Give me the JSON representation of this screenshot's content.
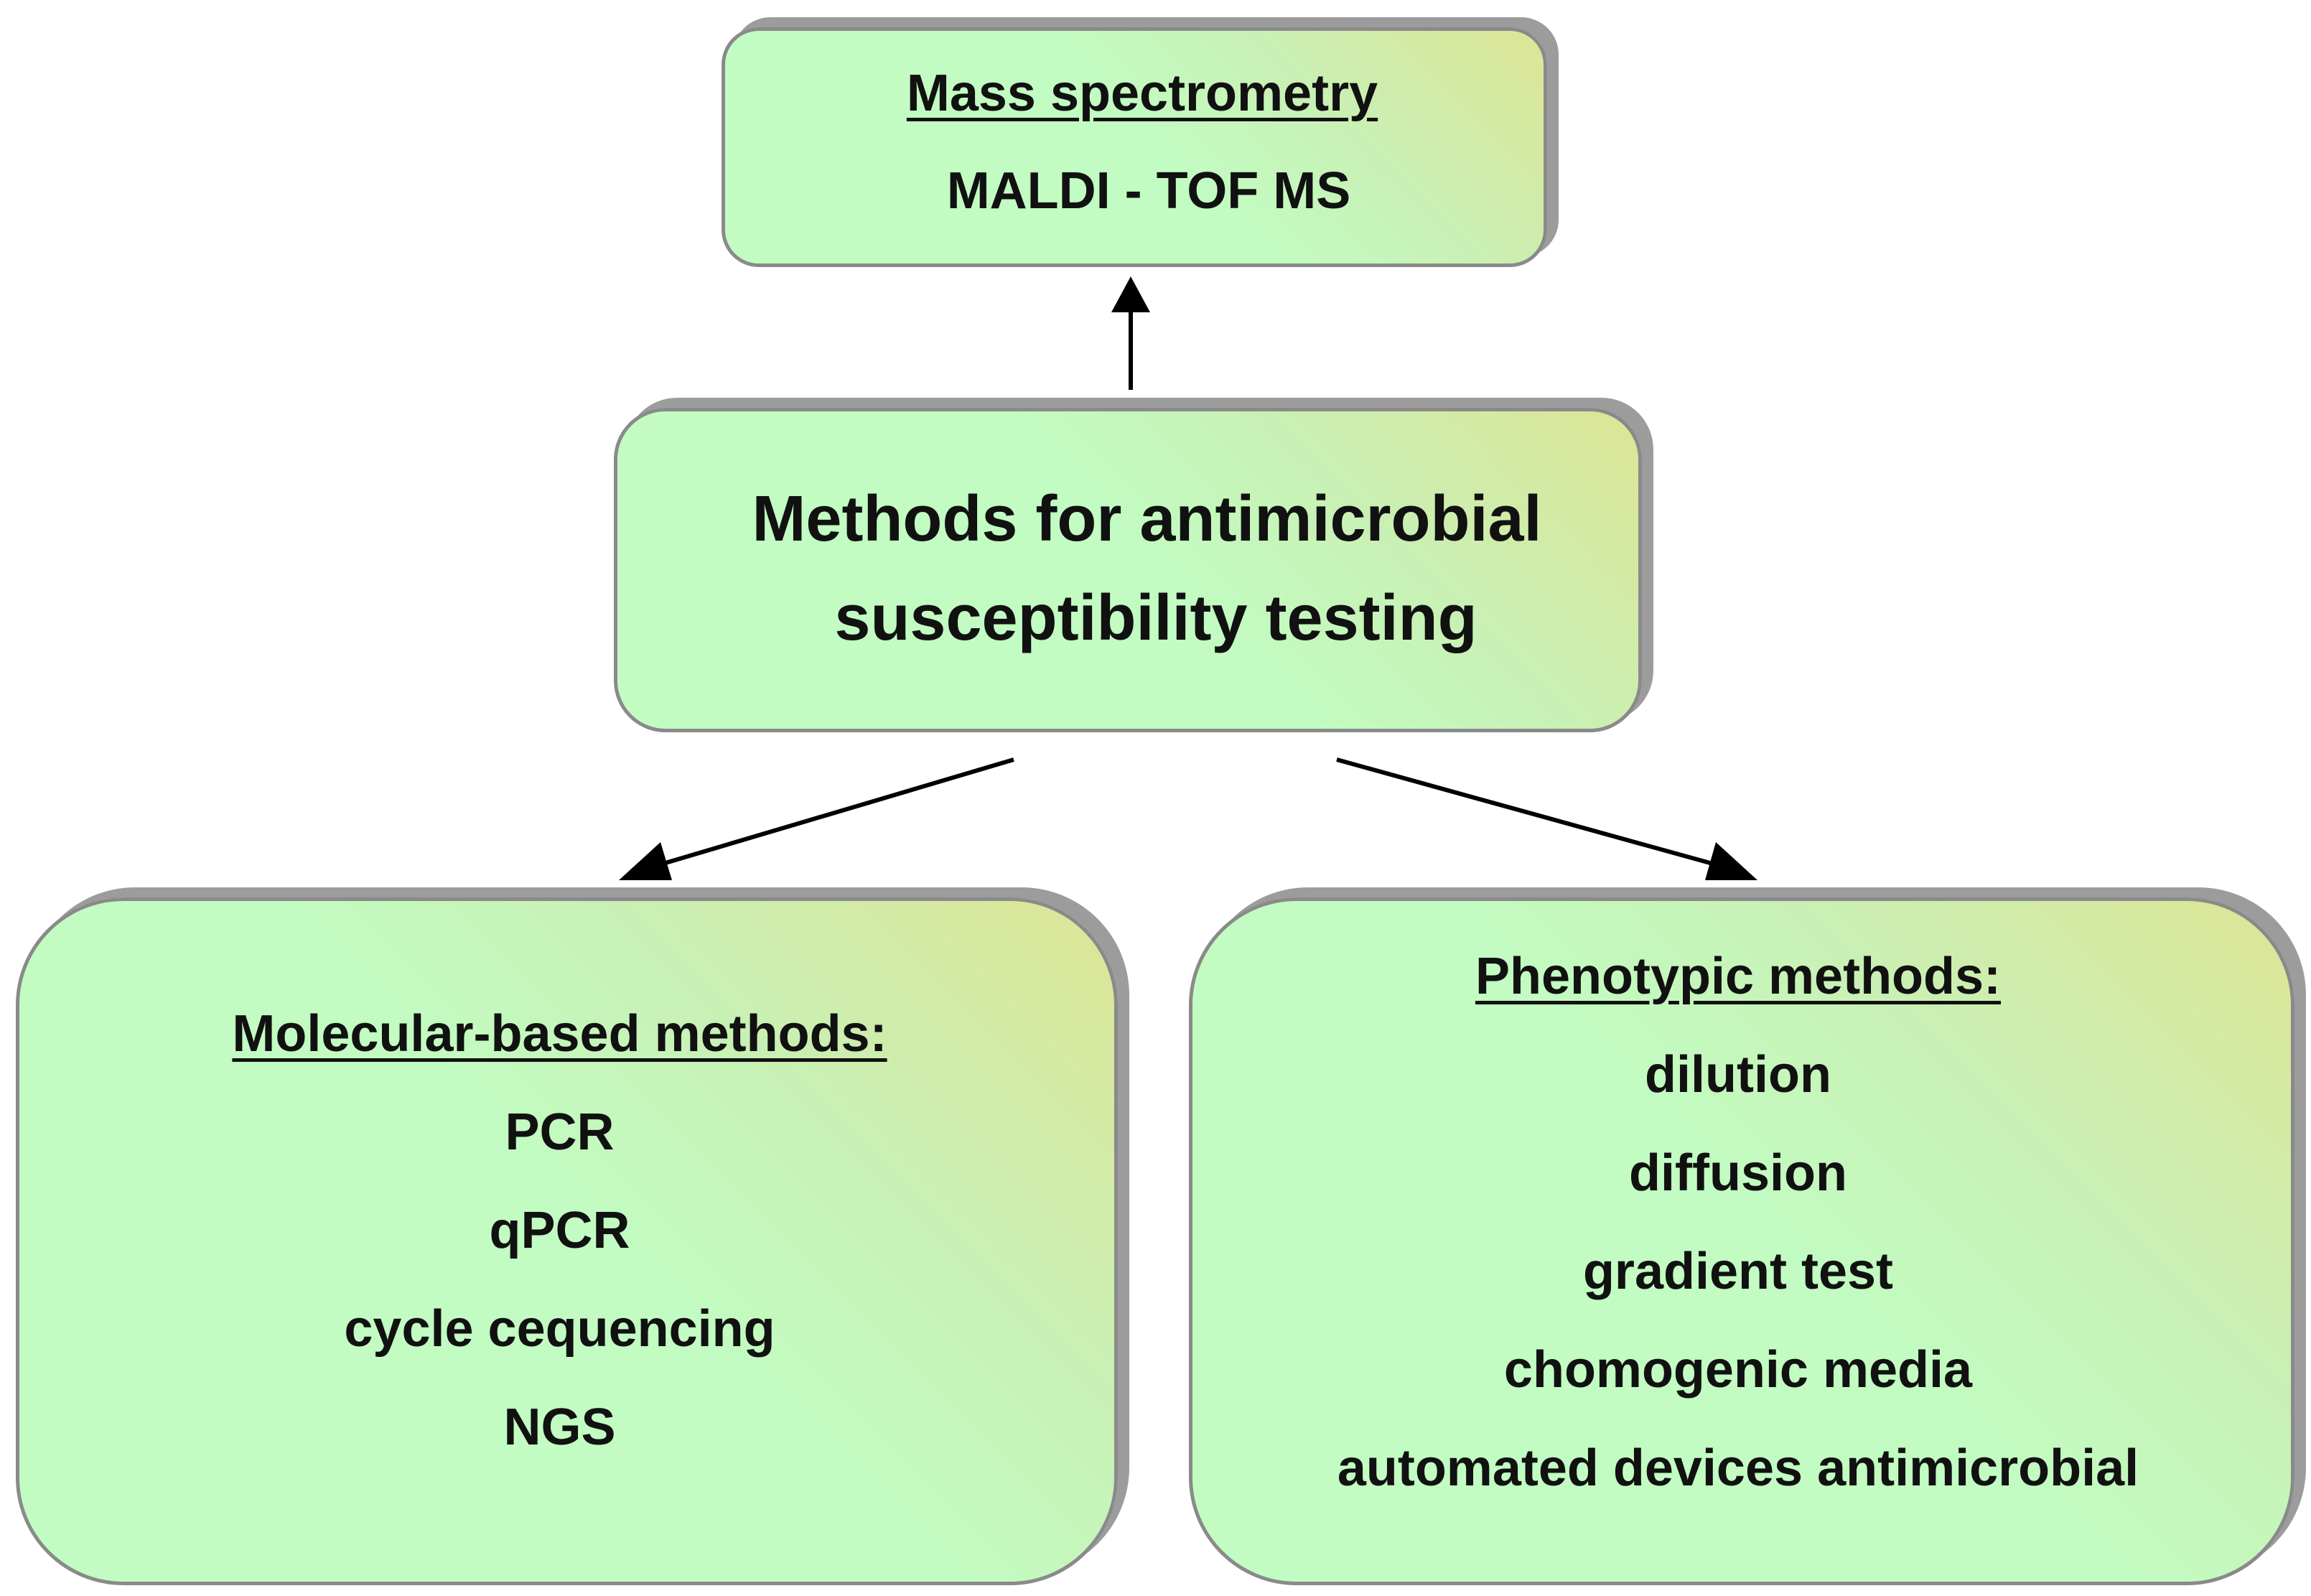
{
  "top_box": {
    "heading": "Mass spectrometry",
    "items": [
      "MALDI - TOF MS"
    ]
  },
  "center_box": {
    "title_lines": [
      "Methods for antimicrobial",
      "susceptibility testing"
    ]
  },
  "left_box": {
    "heading": "Molecular-based methods:",
    "items": [
      "PCR",
      "qPCR",
      "cycle cequencing",
      "NGS"
    ]
  },
  "right_box": {
    "heading": "Phenotypic methods:",
    "items": [
      "dilution",
      "diffusion",
      "gradient test",
      "chomogenic media",
      "automated devices antimicrobial"
    ]
  },
  "colors": {
    "box_fill": "#c2fcc2",
    "box_fill_corner": "#dde596",
    "box_border": "#8a8a8a",
    "arrow": "#000000"
  }
}
